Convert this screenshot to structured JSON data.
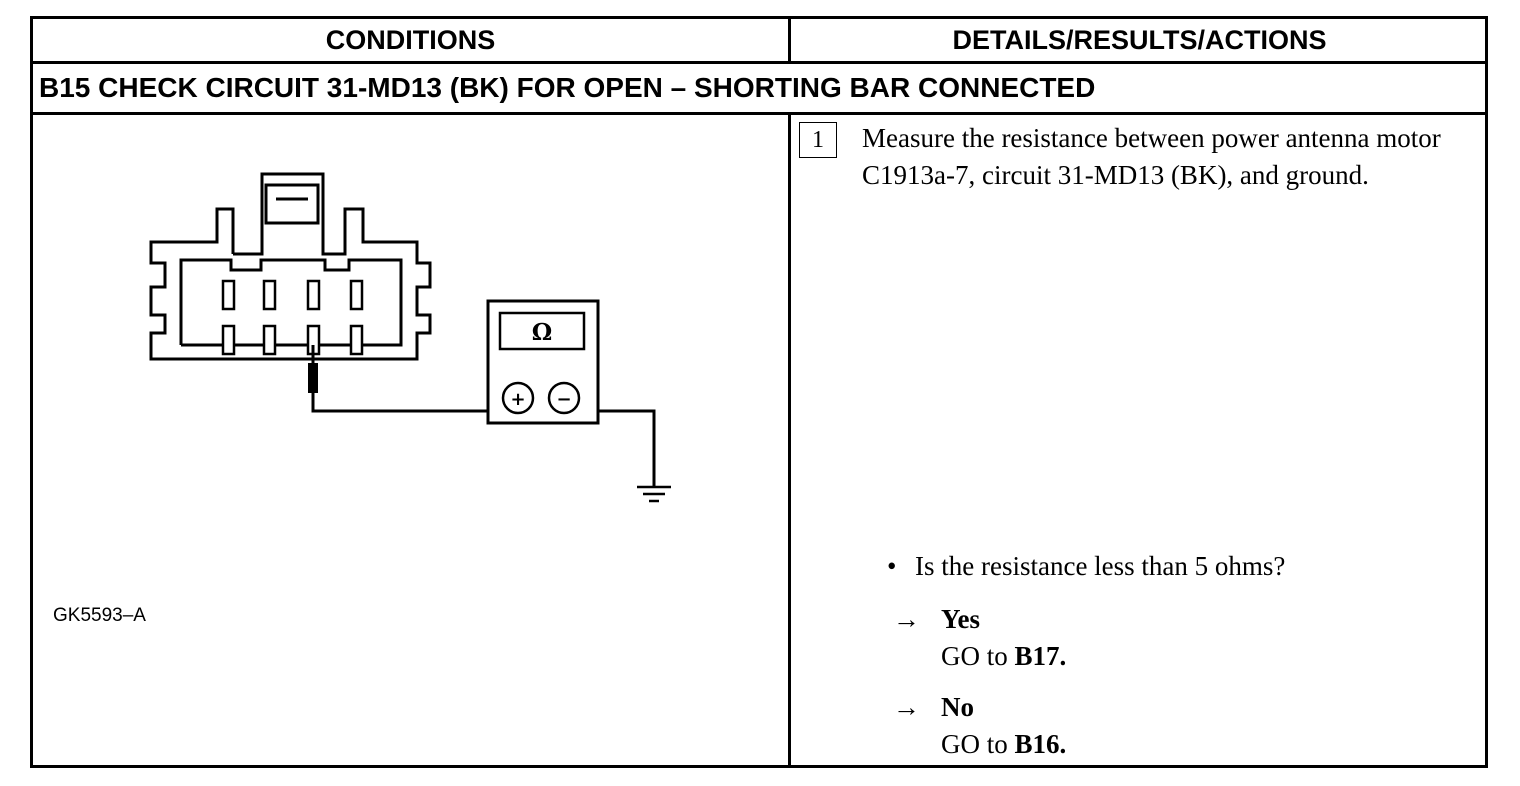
{
  "headers": {
    "conditions": "CONDITIONS",
    "details": "DETAILS/RESULTS/ACTIONS"
  },
  "step": {
    "title": "B15 CHECK CIRCUIT 31-MD13 (BK) FOR OPEN – SHORTING BAR CONNECTED",
    "figure_id": "GK5593–A",
    "meter_symbol": "Ω",
    "meter_plus": "+",
    "meter_minus": "−",
    "number": "1",
    "instruction": "Measure the resistance between power antenna motor C1913a-7, circuit 31-MD13 (BK), and ground.",
    "question": "Is the resistance less than 5 ohms?",
    "answers": [
      {
        "label": "Yes",
        "go_prefix": "GO to ",
        "go_target": "B17."
      },
      {
        "label": "No",
        "go_prefix": "GO to ",
        "go_target": "B16."
      }
    ]
  }
}
